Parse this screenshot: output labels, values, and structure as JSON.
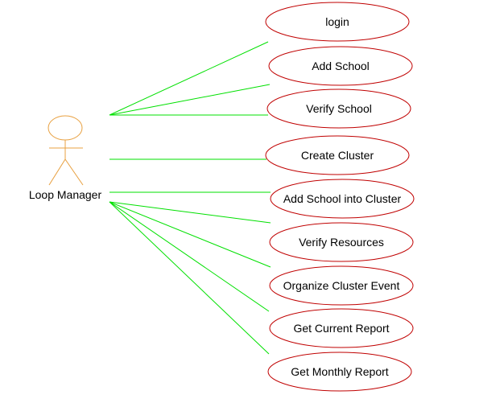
{
  "colors": {
    "actor_stroke": "#e8a040",
    "usecase_stroke": "#c00000",
    "association_stroke": "#00e000",
    "label_text": "#000000"
  },
  "actor": {
    "name": "Loop Manager"
  },
  "use_cases": [
    {
      "label": "login"
    },
    {
      "label": "Add School"
    },
    {
      "label": "Verify School"
    },
    {
      "label": "Create Cluster"
    },
    {
      "label": "Add School into Cluster"
    },
    {
      "label": "Verify Resources"
    },
    {
      "label": "Organize Cluster Event"
    },
    {
      "label": "Get Current Report"
    },
    {
      "label": "Get Monthly Report"
    }
  ]
}
